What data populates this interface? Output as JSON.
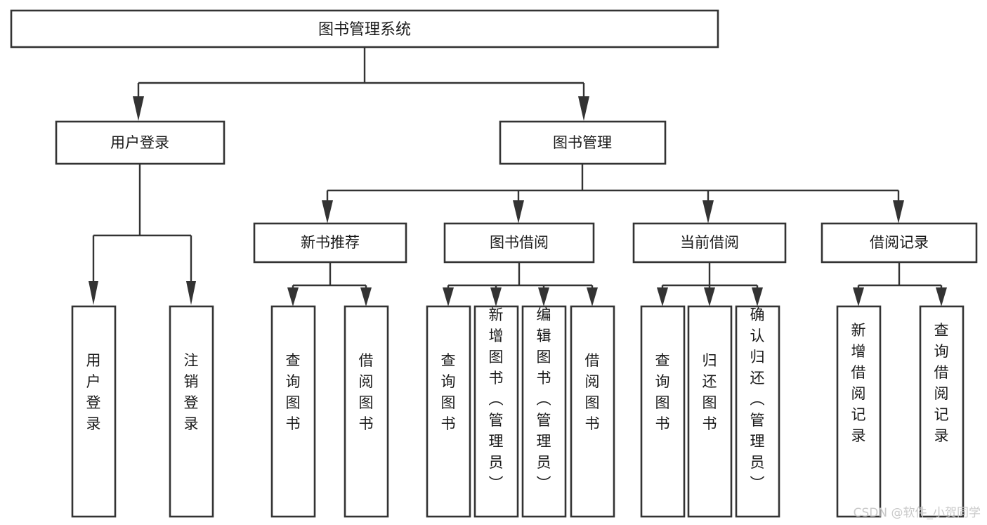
{
  "diagram": {
    "type": "tree",
    "title": "图书管理系统",
    "root": {
      "id": "root",
      "label": "图书管理系统"
    },
    "level1": [
      {
        "id": "user-login",
        "label": "用户登录"
      },
      {
        "id": "book-manage",
        "label": "图书管理"
      }
    ],
    "level2": [
      {
        "id": "new-book-rec",
        "label": "新书推荐",
        "parent": "book-manage"
      },
      {
        "id": "book-borrow",
        "label": "图书借阅",
        "parent": "book-manage"
      },
      {
        "id": "current-borrow",
        "label": "当前借阅",
        "parent": "book-manage"
      },
      {
        "id": "borrow-record",
        "label": "借阅记录",
        "parent": "book-manage"
      }
    ],
    "leaves": {
      "user-login": [
        {
          "id": "leaf-user-login",
          "label": "用户登录"
        },
        {
          "id": "leaf-user-logout",
          "label": "注销登录"
        }
      ],
      "new-book-rec": [
        {
          "id": "leaf-query-book-1",
          "label": "查询图书"
        },
        {
          "id": "leaf-borrow-book-1",
          "label": "借阅图书"
        }
      ],
      "book-borrow": [
        {
          "id": "leaf-query-book-2",
          "label": "查询图书"
        },
        {
          "id": "leaf-add-book",
          "label": "新增图书（管理员）"
        },
        {
          "id": "leaf-edit-book",
          "label": "编辑图书（管理员）"
        },
        {
          "id": "leaf-borrow-book-2",
          "label": "借阅图书"
        }
      ],
      "current-borrow": [
        {
          "id": "leaf-query-book-3",
          "label": "查询图书"
        },
        {
          "id": "leaf-return-book",
          "label": "归还图书"
        },
        {
          "id": "leaf-confirm-return",
          "label": "确认归还（管理员）"
        }
      ],
      "borrow-record": [
        {
          "id": "leaf-add-record",
          "label": "新增借阅记录"
        },
        {
          "id": "leaf-query-record",
          "label": "查询借阅记录"
        }
      ]
    }
  },
  "watermark": {
    "text": "CSDN @软件_小贺同学"
  },
  "colors": {
    "stroke": "#333333",
    "fill": "#ffffff",
    "text": "#1a1a1a",
    "watermark": "#c9c9c9"
  }
}
